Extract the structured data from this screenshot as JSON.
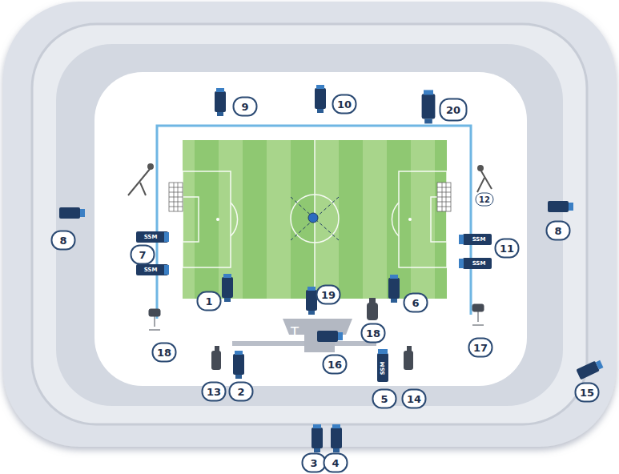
{
  "diagram": {
    "labels": [
      "9",
      "10",
      "20",
      "12",
      "8",
      "8",
      "7",
      "SSM",
      "SSM",
      "SSM",
      "SSM",
      "11",
      "1",
      "19",
      "6",
      "18",
      "18",
      "17",
      "T",
      "16",
      "13",
      "2",
      "5",
      "SSM",
      "14",
      "15",
      "3",
      "4"
    ]
  }
}
